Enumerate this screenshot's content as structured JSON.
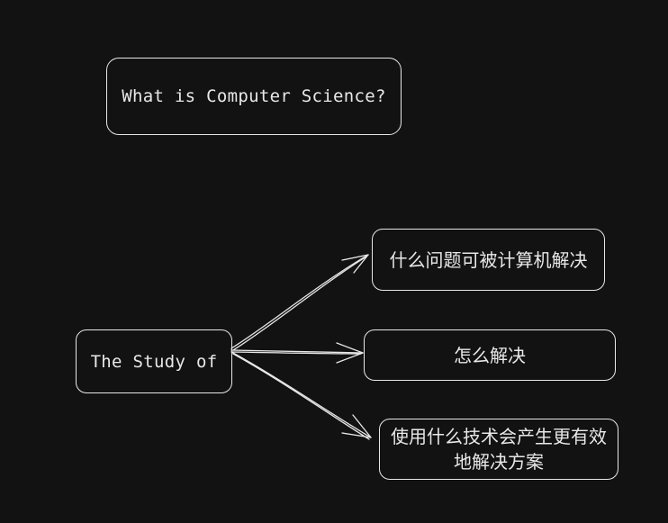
{
  "colors": {
    "background": "#121212",
    "stroke": "#e8e8e8"
  },
  "title_box": {
    "text": "What is Computer Science?"
  },
  "root_box": {
    "text": "The Study of"
  },
  "branches": [
    {
      "text": "什么问题可被计算机解决"
    },
    {
      "text": "怎么解决"
    },
    {
      "text": "使用什么技术会产生更有效地解决方案"
    }
  ]
}
